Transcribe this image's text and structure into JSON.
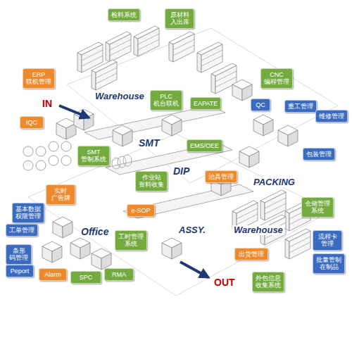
{
  "diagram": {
    "nodes": [
      {
        "text": [
          "检料系统"
        ]
      },
      {
        "text": [
          "原材料 入出库"
        ]
      },
      {
        "text": [
          "ERP 联机管理"
        ]
      },
      {
        "text": [
          "CNC 编程管理"
        ]
      },
      {
        "text": [
          "PLC 机台联机"
        ]
      },
      {
        "text": [
          "EAPATE"
        ]
      },
      {
        "text": [
          "QC"
        ]
      },
      {
        "text": [
          "重工管理"
        ]
      },
      {
        "text": [
          "维修管理"
        ]
      },
      {
        "text": [
          "IQC"
        ]
      },
      {
        "text": [
          "EMS/OEE"
        ]
      },
      {
        "text": [
          "SMT 管制系统"
        ]
      },
      {
        "text": [
          "包装管理"
        ]
      },
      {
        "text": [
          "治具管理"
        ]
      },
      {
        "text": [
          "作业站 资料收集"
        ]
      },
      {
        "text": [
          "实时 广告牌"
        ]
      },
      {
        "text": [
          "仓储管理 系统"
        ]
      },
      {
        "text": [
          "基本数据 权限管理"
        ]
      },
      {
        "text": [
          "e-SOP"
        ]
      },
      {
        "text": [
          "工单管理"
        ]
      },
      {
        "text": [
          "工时管理 系统"
        ]
      },
      {
        "text": [
          "流程卡 管理"
        ]
      },
      {
        "text": [
          "条形 码管理"
        ]
      },
      {
        "text": [
          "出货管理"
        ]
      },
      {
        "text": [
          "批量管制 在制品"
        ]
      },
      {
        "text": [
          "Peport"
        ]
      },
      {
        "text": [
          "Alarm"
        ]
      },
      {
        "text": [
          "RMA"
        ]
      },
      {
        "text": [
          "SPC"
        ]
      },
      {
        "text": [
          "外包信息 收集系统"
        ]
      }
    ],
    "labels": [
      "IN",
      "Warehouse",
      "SMT",
      "DIP",
      "PACKING",
      "ASSY.",
      "Office",
      "Warehouse",
      "OUT"
    ]
  }
}
